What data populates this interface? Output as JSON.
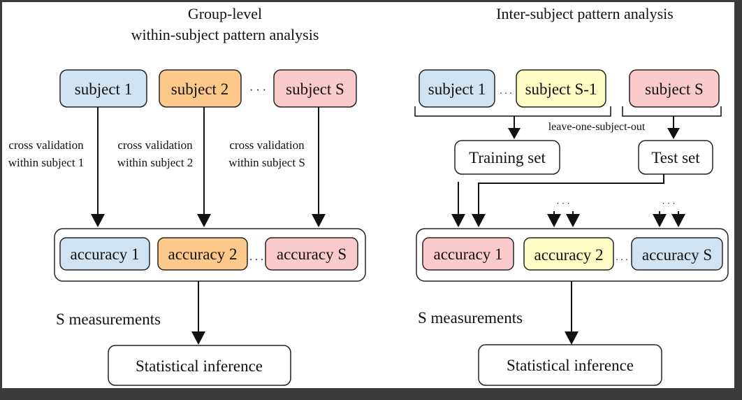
{
  "left_panel": {
    "title_line1": "Group-level",
    "title_line2": "within-subject pattern analysis",
    "subjects": [
      "subject 1",
      "subject 2",
      "subject S"
    ],
    "dots": "· · ·",
    "cv_labels": [
      [
        "cross validation",
        "within subject 1"
      ],
      [
        "cross validation",
        "within subject 2"
      ],
      [
        "cross validation",
        "within subject S"
      ]
    ],
    "accuracies": [
      "accuracy 1",
      "accuracy 2",
      "accuracy S"
    ],
    "acc_dots": ". . .",
    "measurements": "S measurements",
    "inference": "Statistical inference"
  },
  "right_panel": {
    "title": "Inter-subject pattern analysis",
    "subject_1": "subject 1",
    "subject_dots": ". . .",
    "subject_s_minus_1": "subject S-1",
    "subject_s": "subject S",
    "loso": "leave-one-subject-out",
    "training": "Training set",
    "test": "Test set",
    "accuracies": [
      "accuracy 1",
      "accuracy 2",
      "accuracy S"
    ],
    "acc_dots": ". . .",
    "arrow_dots": "· · ·",
    "measurements": "S measurements",
    "inference": "Statistical inference"
  },
  "colors": {
    "blue": "#cfe3f2",
    "orange": "#fcc98a",
    "pink": "#fbcaca",
    "yellow": "#fdfcc4",
    "white": "#ffffff"
  }
}
